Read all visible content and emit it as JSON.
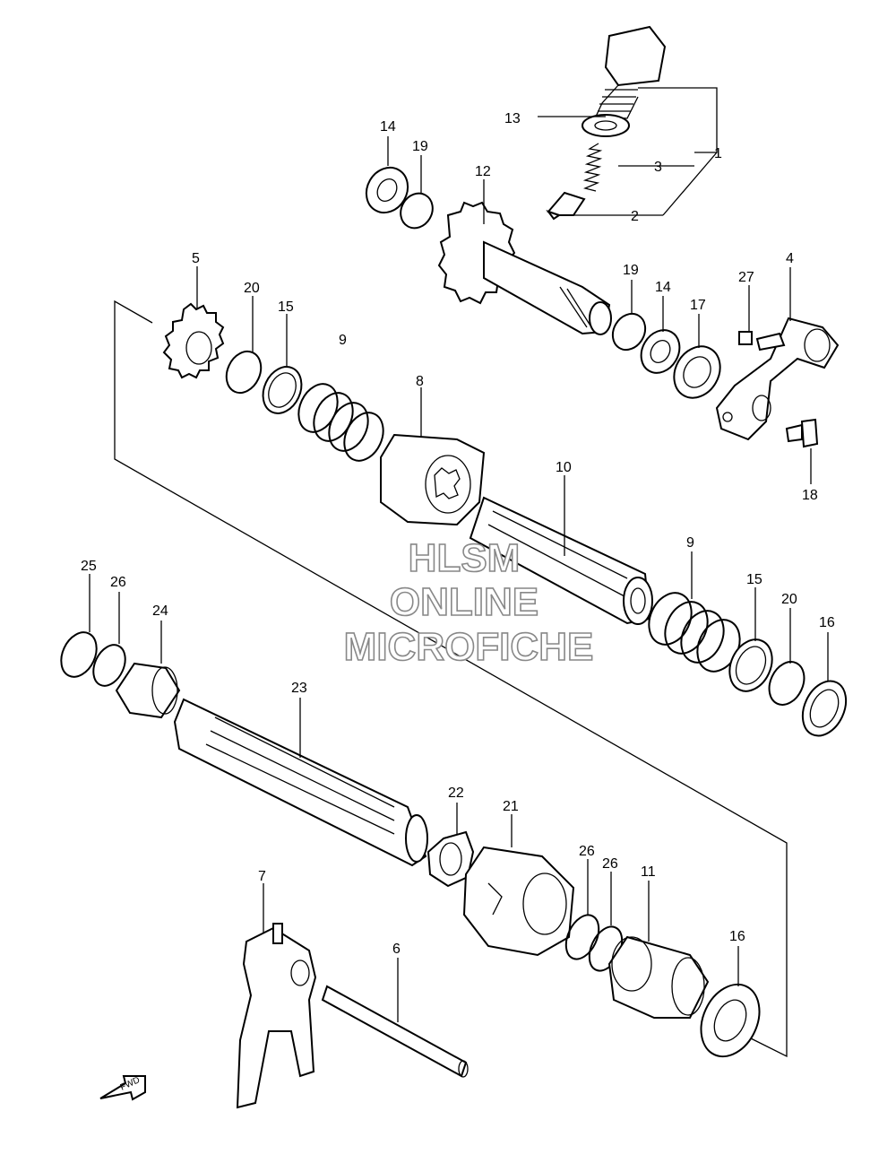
{
  "watermark": {
    "line1": "HLSM",
    "line2": "ONLINE",
    "line3": "MICROFICHE"
  },
  "fwd_label": "FWD",
  "callouts": [
    "1",
    "2",
    "3",
    "4",
    "5",
    "6",
    "7",
    "8",
    "9",
    "9",
    "10",
    "11",
    "12",
    "13",
    "14",
    "14",
    "15",
    "15",
    "16",
    "16",
    "17",
    "18",
    "19",
    "19",
    "20",
    "20",
    "21",
    "22",
    "23",
    "24",
    "25",
    "26",
    "26",
    "26",
    "27"
  ]
}
